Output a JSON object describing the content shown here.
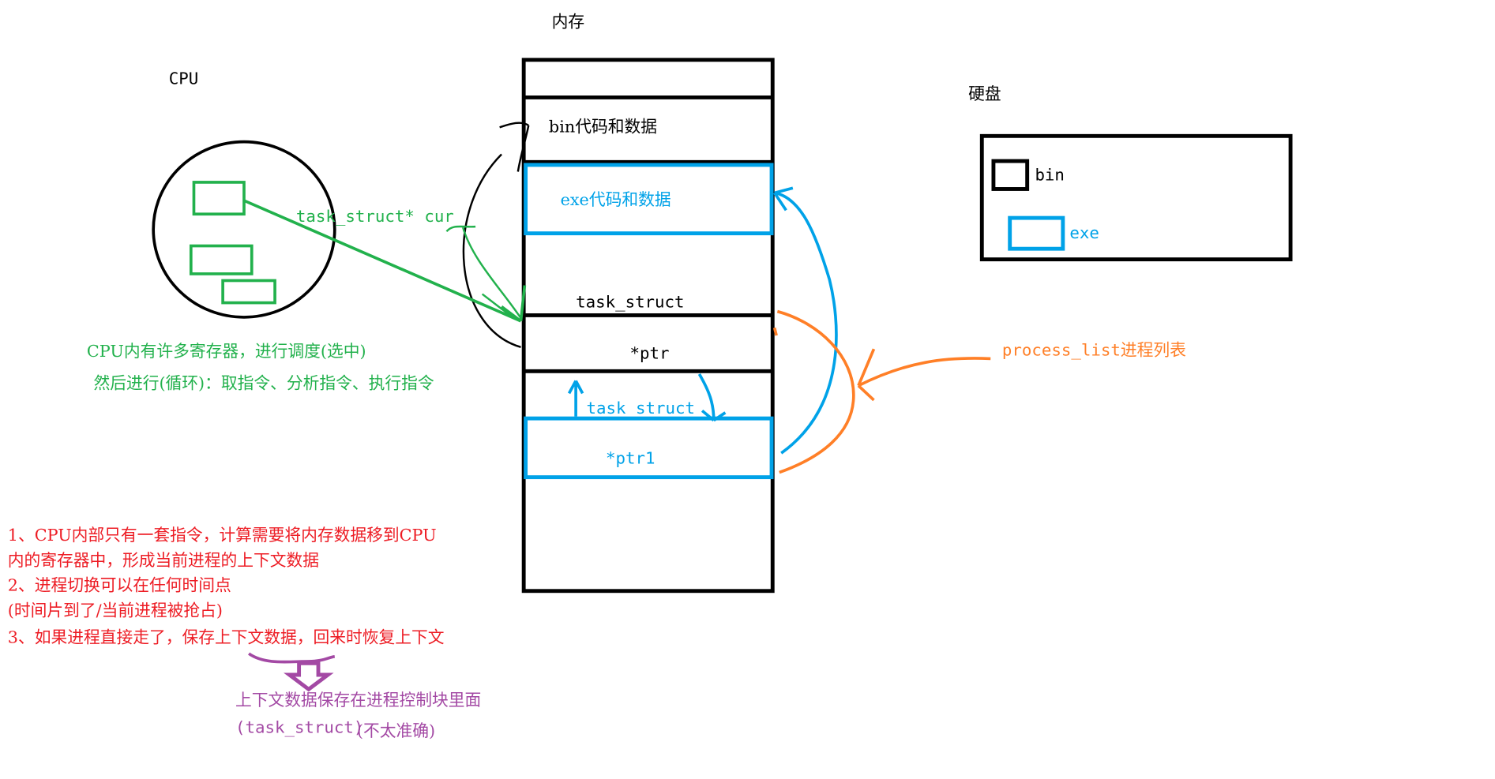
{
  "colors": {
    "black": "#000000",
    "green": "#22b14c",
    "blue": "#00a2e8",
    "orange": "#ff7f27",
    "red": "#ed1c24",
    "purple": "#a349a4"
  },
  "memory": {
    "title": "内存",
    "bin_block": "bin代码和数据",
    "exe_block": "exe代码和数据",
    "task_struct_1": "task_struct",
    "ptr": "*ptr",
    "task_struct_2": "task_struct",
    "ptr1": "*ptr1"
  },
  "cpu": {
    "title": "CPU",
    "pointer_label": "task_struct* cur",
    "note_lines": [
      "CPU内有许多寄存器，进行调度(选中)",
      "然后进行(循环)：取指令、分析指令、执行指令"
    ]
  },
  "disk": {
    "title": "硬盘",
    "bin": "bin",
    "exe": "exe"
  },
  "process_list_label": "process_list进程列表",
  "notes": [
    "1、CPU内部只有一套指令，计算需要将内存数据移到CPU",
    "内的寄存器中，形成当前进程的上下文数据",
    "2、进程切换可以在任何时间点",
    "(时间片到了/当前进程被抢占)",
    "3、如果进程直接走了，保存上下文数据，回来时恢复上下文"
  ],
  "conclusion": {
    "line1": "上下文数据保存在进程控制块里面",
    "line2a": "(task_struct)",
    "line2b": "(不太准确)"
  }
}
